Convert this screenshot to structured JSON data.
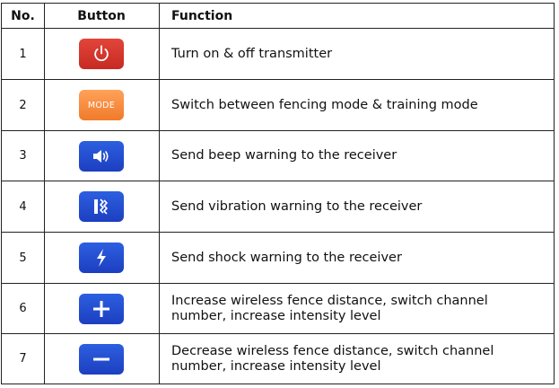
{
  "table": {
    "headers": {
      "no": "No.",
      "button": "Button",
      "function": "Function"
    },
    "rows": [
      {
        "no": "1",
        "button": {
          "icon": "power-icon",
          "color": "#d4352c"
        },
        "function": "Turn on & off transmitter"
      },
      {
        "no": "2",
        "button": {
          "icon": "mode",
          "label": "MODE",
          "color": "#f58a3c"
        },
        "function": "Switch between fencing mode & training mode"
      },
      {
        "no": "3",
        "button": {
          "icon": "speaker-icon",
          "color": "#244fd4"
        },
        "function": "Send beep warning to the receiver"
      },
      {
        "no": "4",
        "button": {
          "icon": "vibration-icon",
          "color": "#244fd4"
        },
        "function": "Send vibration warning to the receiver"
      },
      {
        "no": "5",
        "button": {
          "icon": "lightning-icon",
          "color": "#244fd4"
        },
        "function": "Send shock warning to the receiver"
      },
      {
        "no": "6",
        "button": {
          "icon": "plus-icon",
          "color": "#244fd4"
        },
        "function_lines": [
          "Increase wireless fence distance, switch channel",
          "number, increase intensity level"
        ]
      },
      {
        "no": "7",
        "button": {
          "icon": "minus-icon",
          "color": "#244fd4"
        },
        "function_lines": [
          "Decrease wireless fence distance, switch channel",
          "number, increase intensity level"
        ]
      }
    ]
  }
}
